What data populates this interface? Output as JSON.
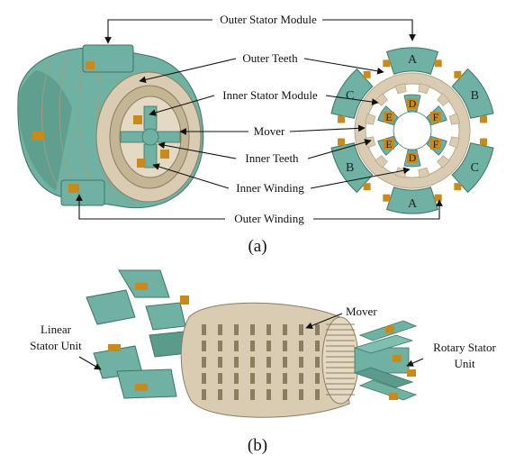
{
  "colors": {
    "stator": "#6fb1a2",
    "stator_dark": "#4e8f80",
    "mover": "#d9ccb2",
    "mover_dark": "#b9a987",
    "winding": "#c98a1c",
    "line": "#111111"
  },
  "panel_a": {
    "caption": "(a)",
    "labels": {
      "outer_stator_module": "Outer Stator Module",
      "outer_teeth": "Outer Teeth",
      "inner_stator_module": "Inner Stator Module",
      "mover": "Mover",
      "inner_teeth": "Inner Teeth",
      "inner_winding": "Inner Winding",
      "outer_winding": "Outer Winding"
    },
    "outer_poles": [
      "A",
      "B",
      "C",
      "A",
      "B",
      "C"
    ],
    "inner_poles": [
      "D",
      "E",
      "F",
      "D",
      "E",
      "F"
    ]
  },
  "panel_b": {
    "caption": "(b)",
    "labels": {
      "mover": "Mover",
      "linear_line1": "Linear",
      "linear_line2": "Stator Unit",
      "rotary_line1": "Rotary Stator",
      "rotary_line2": "Unit"
    }
  }
}
